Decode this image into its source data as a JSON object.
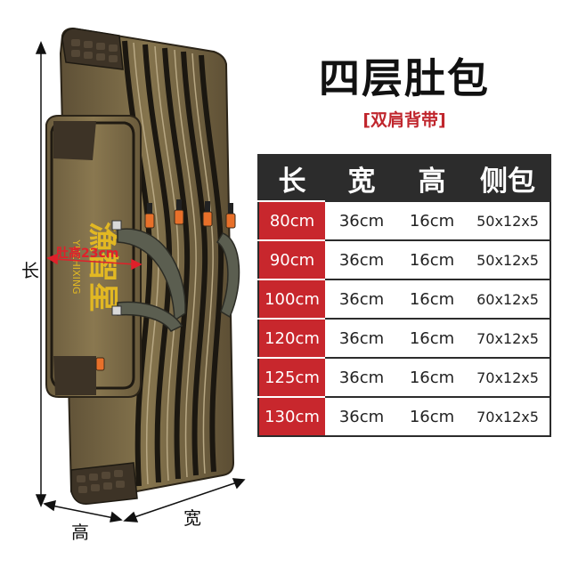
{
  "title": "四层肚包",
  "subtitle": "[双肩背带]",
  "table": {
    "headers": [
      "长",
      "宽",
      "高",
      "侧包"
    ],
    "rows": [
      {
        "length": "80cm",
        "width": "36cm",
        "height": "16cm",
        "side": "50x12x5"
      },
      {
        "length": "90cm",
        "width": "36cm",
        "height": "16cm",
        "side": "50x12x5"
      },
      {
        "length": "100cm",
        "width": "36cm",
        "height": "16cm",
        "side": "60x12x5"
      },
      {
        "length": "120cm",
        "width": "36cm",
        "height": "16cm",
        "side": "70x12x5"
      },
      {
        "length": "125cm",
        "width": "36cm",
        "height": "16cm",
        "side": "70x12x5"
      },
      {
        "length": "130cm",
        "width": "36cm",
        "height": "16cm",
        "side": "70x12x5"
      }
    ]
  },
  "dimension_labels": {
    "length": "长",
    "height": "高",
    "width": "宽",
    "belly": "肚高23cm"
  },
  "colors": {
    "accent": "#c8272d",
    "header_bg": "#2c2c2c",
    "bag_body": "#7a6a46",
    "subtitle": "#c0262d"
  }
}
